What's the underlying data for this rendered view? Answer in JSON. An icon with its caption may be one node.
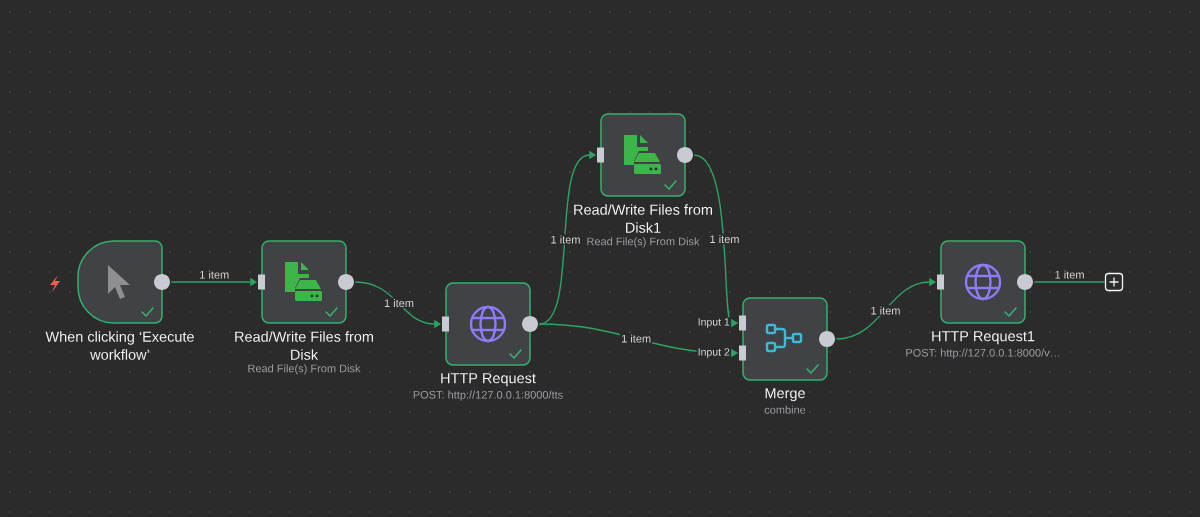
{
  "diagram": {
    "nodes": [
      {
        "text": [
          "When clicking ‘Execute workflow’"
        ]
      },
      {
        "text": [
          "Read/Write Files from Disk",
          "Read File(s) From Disk"
        ]
      },
      {
        "text": [
          "HTTP Request",
          "POST: http://127.0.0.1:8000/tts"
        ]
      },
      {
        "text": [
          "Read/Write Files from Disk1",
          "Read File(s) From Disk"
        ]
      },
      {
        "text": [
          "Merge",
          "combine"
        ]
      },
      {
        "text": [
          "HTTP Request1",
          "POST: http://127.0.0.1:8000/v…"
        ]
      },
      {
        "text": [],
        "shape": "box"
      }
    ],
    "edges": [
      {
        "from": 0,
        "to": 1,
        "arrow": "to",
        "label": "1 item"
      },
      {
        "from": 1,
        "to": 2,
        "arrow": "to",
        "label": "1 item"
      },
      {
        "from": 2,
        "to": 3,
        "arrow": "to",
        "label": "1 item"
      },
      {
        "from": 2,
        "to": 4,
        "arrow": "to",
        "label": "1 item"
      },
      {
        "from": 3,
        "to": 4,
        "arrow": "to",
        "label": "1 item"
      },
      {
        "from": 4,
        "to": 5,
        "arrow": "to",
        "label": "1 item"
      },
      {
        "from": 5,
        "to": 6,
        "arrow": "none",
        "label": "1 item"
      }
    ],
    "labels": [
      "Input 1",
      "Input 2"
    ]
  }
}
